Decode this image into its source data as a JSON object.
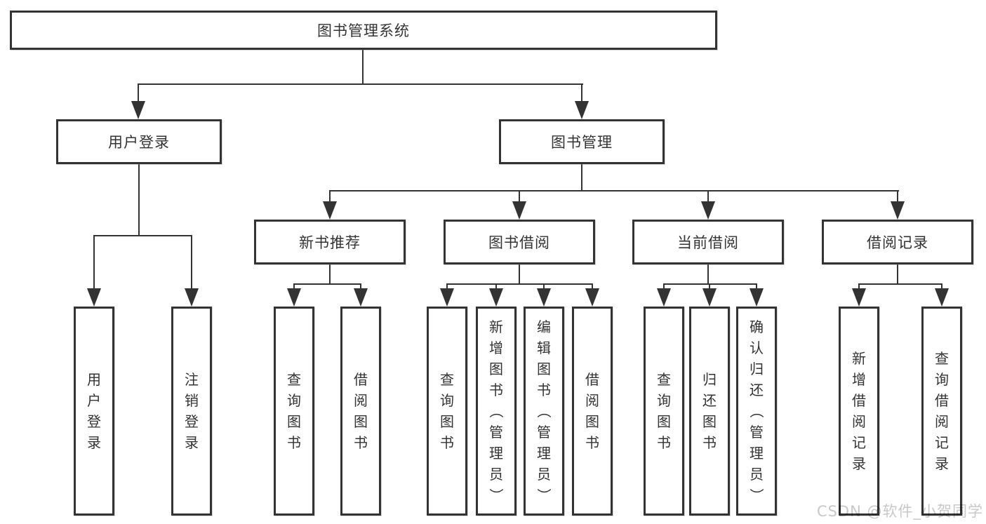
{
  "tree": {
    "root": "图书管理系统",
    "children": [
      {
        "label": "用户登录",
        "children": [
          "用户登录",
          "注销登录"
        ]
      },
      {
        "label": "图书管理",
        "children": [
          {
            "label": "新书推荐",
            "children": [
              "查询图书",
              "借阅图书"
            ]
          },
          {
            "label": "图书借阅",
            "children": [
              "查询图书",
              "新增图书（管理员）",
              "编辑图书（管理员）",
              "借阅图书"
            ]
          },
          {
            "label": "当前借阅",
            "children": [
              "查询图书",
              "归还图书",
              "确认归还（管理员）"
            ]
          },
          {
            "label": "借阅记录",
            "children": [
              "新增借阅记录",
              "查询借阅记录"
            ]
          }
        ]
      }
    ]
  },
  "watermark": {
    "text": "CSDN @软件_小贺同学"
  },
  "colors": {
    "line": "#333333",
    "box_background": "#ffffff",
    "page_background": "#ffffff",
    "text": "#333333",
    "watermark_text": "#c8c8c8"
  }
}
